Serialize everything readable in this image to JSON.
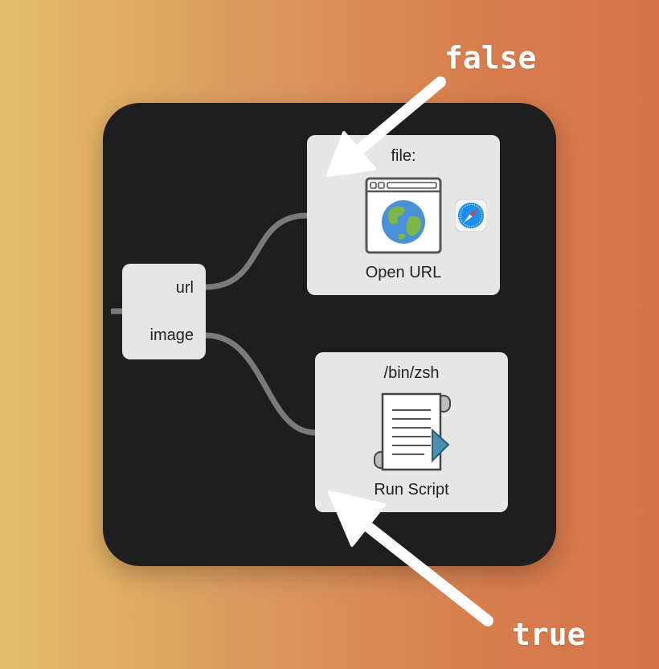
{
  "router": {
    "ports": [
      "url",
      "image"
    ]
  },
  "actions": [
    {
      "subtitle": "file:",
      "title": "Open URL",
      "icon": "browser-globe-icon",
      "badge_icon": "safari-compass-icon"
    },
    {
      "subtitle": "/bin/zsh",
      "title": "Run Script",
      "icon": "script-scroll-icon"
    }
  ],
  "annotations": {
    "top_label": "false",
    "bottom_label": "true"
  },
  "colors": {
    "canvas": "#1e1e1e",
    "node": "#e6e6e6",
    "wire": "#7a7a7a",
    "arrow": "#ffffff"
  }
}
